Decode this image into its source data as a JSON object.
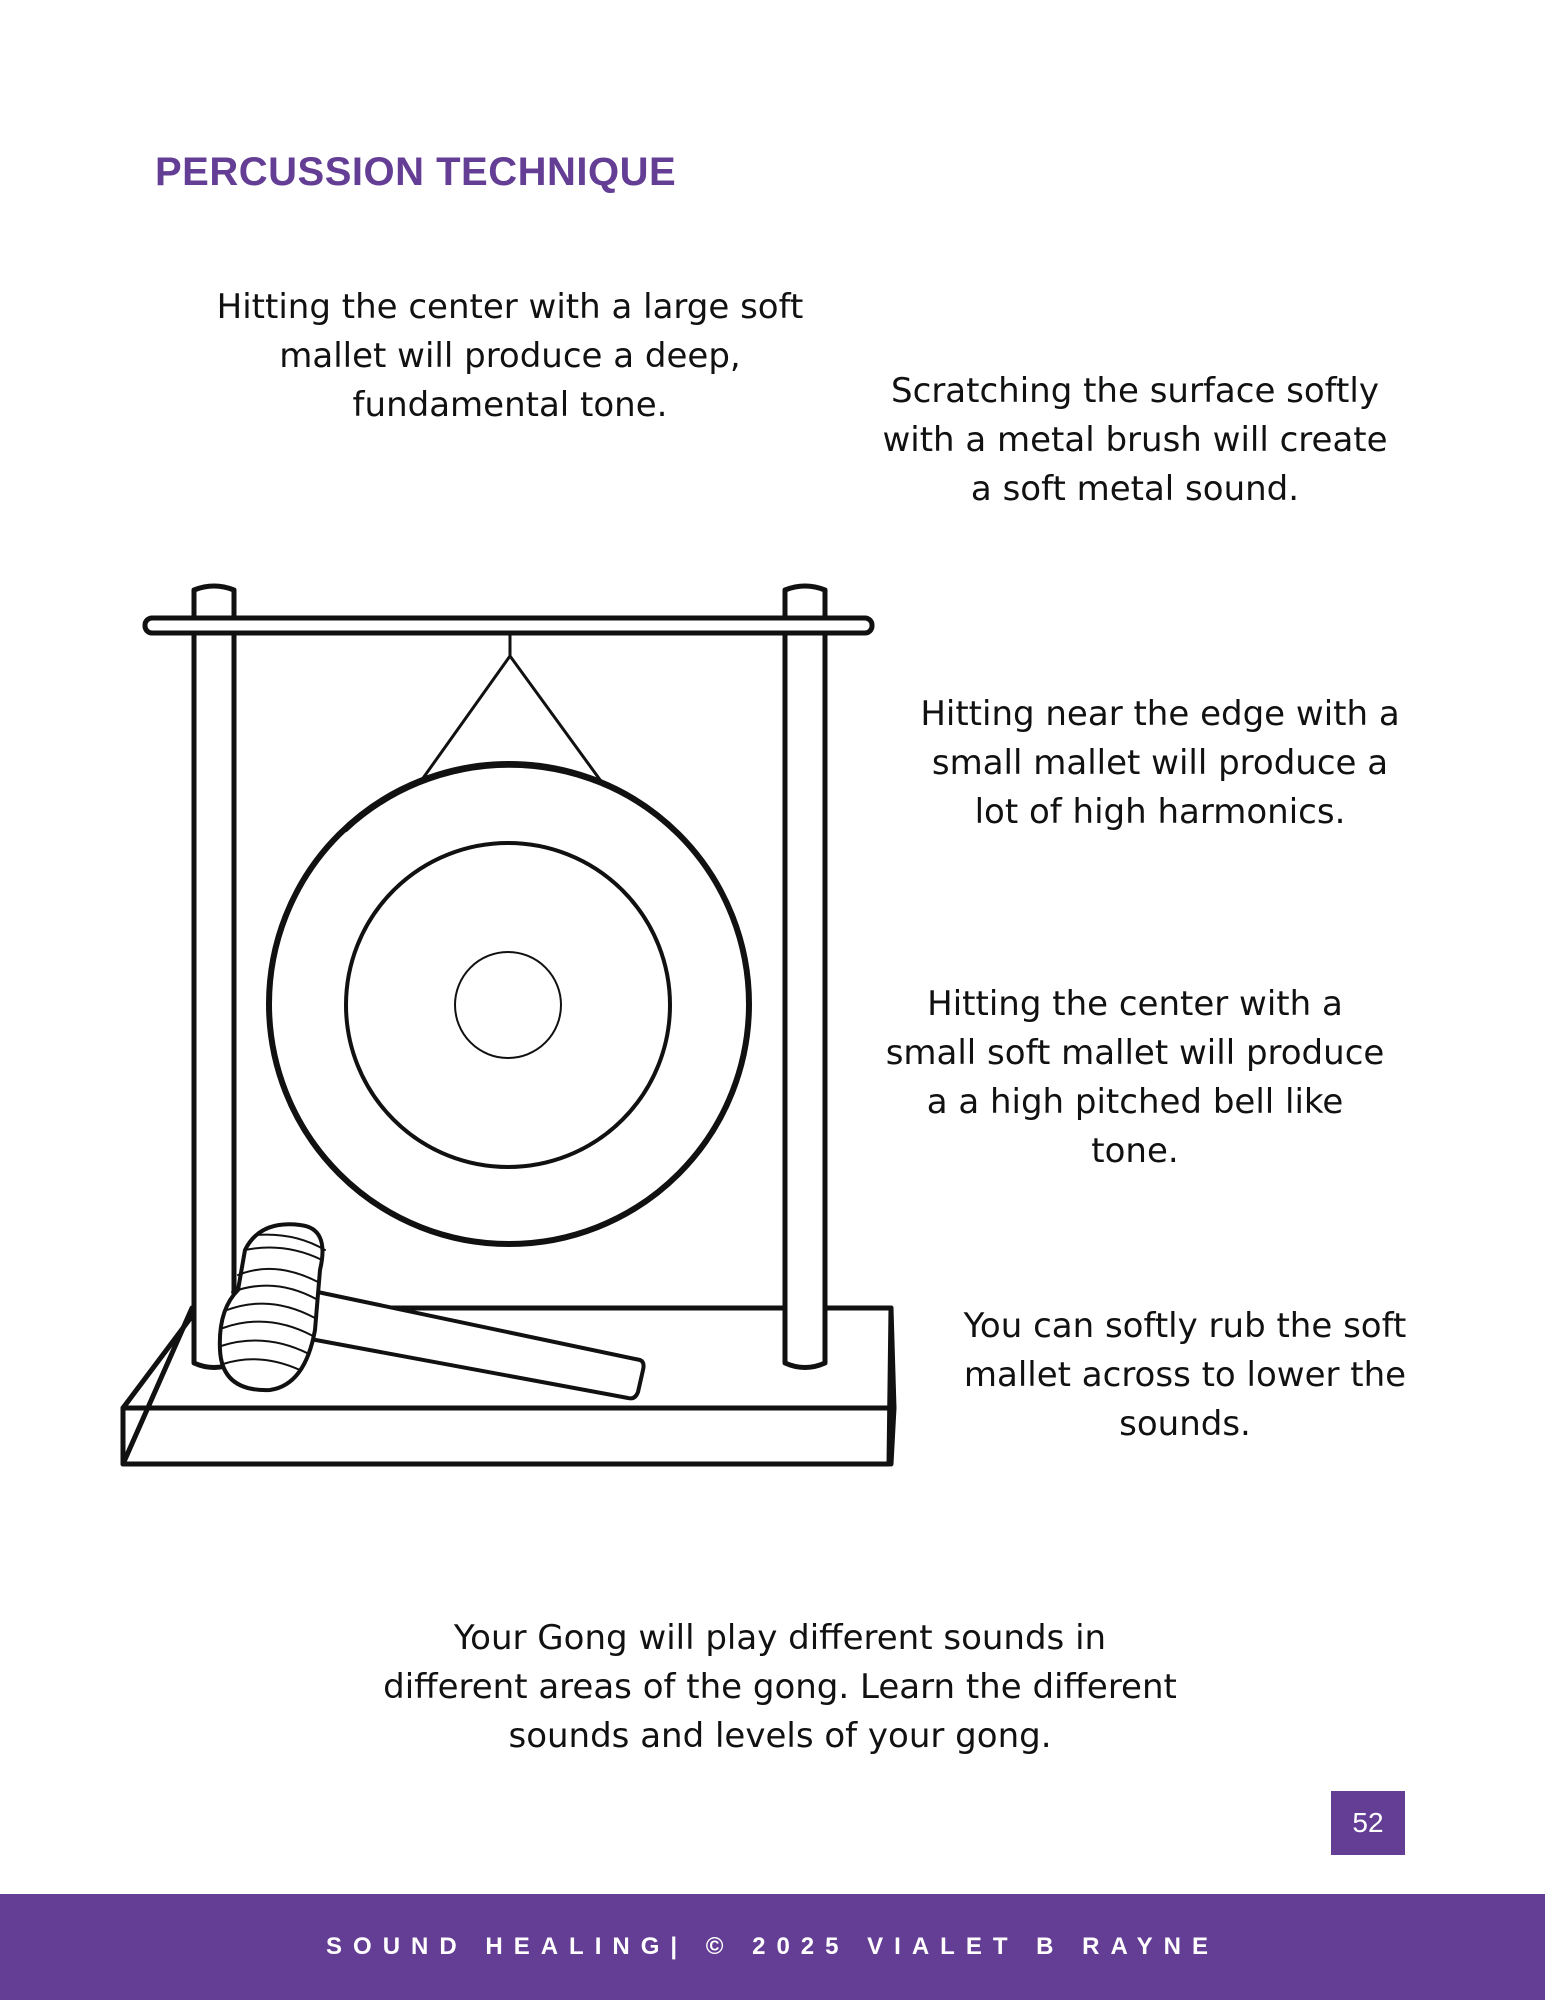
{
  "page": {
    "title": "PERCUSSION TECHNIQUE",
    "notes": [
      "Hitting the center with a large soft mallet will produce a deep, fundamental tone.",
      "Scratching the surface softly with a metal brush will create a soft metal sound.",
      "Hitting near the edge with a small mallet will produce a lot of high harmonics.",
      "Hitting the center with a small soft mallet will produce a a high pitched bell like tone.",
      "You can softly rub the soft mallet across to lower the sounds.",
      "Your Gong will play different sounds in different areas of the gong. Learn the different sounds and levels of your gong."
    ],
    "page_number": "52",
    "footer": "SOUND HEALING| © 2025 VIALET B RAYNE"
  },
  "colors": {
    "accent": "#643e94",
    "text": "#111111",
    "background": "#ffffff"
  },
  "icons": {
    "illustration": "gong-with-mallet-icon"
  }
}
